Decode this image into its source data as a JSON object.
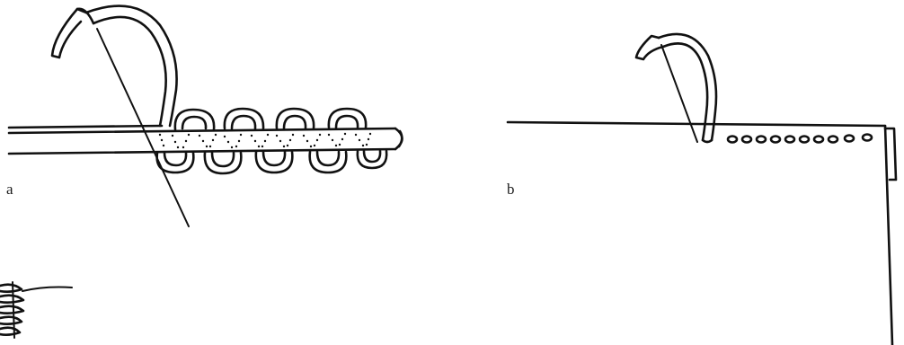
{
  "figure": {
    "panels": [
      {
        "id": "a",
        "label": "a",
        "description_visible": false
      },
      {
        "id": "b",
        "label": "b",
        "description_visible": false
      }
    ],
    "colors": {
      "ink": "#111111",
      "paper": "#ffffff"
    }
  }
}
